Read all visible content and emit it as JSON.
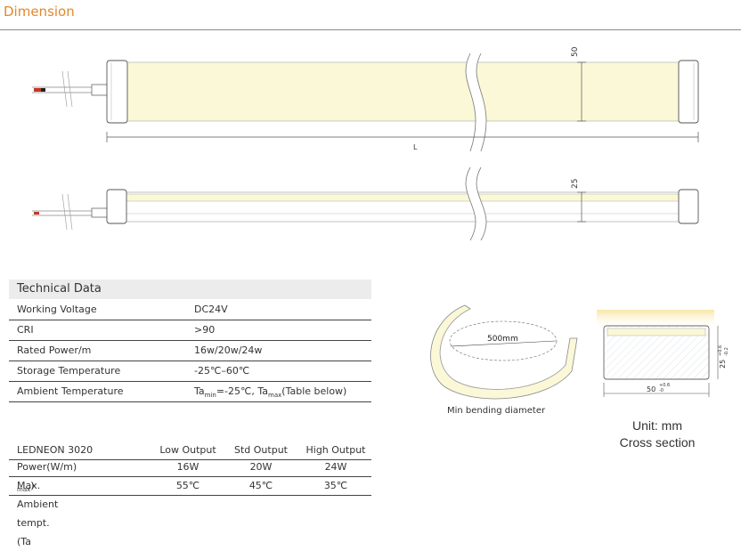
{
  "section_title": "Dimension",
  "dims": {
    "width_label": "50",
    "length_label": "L",
    "height_label": "25"
  },
  "technical": {
    "title": "Technical Data",
    "rows": [
      {
        "label": "Working Voltage",
        "value": "DC24V"
      },
      {
        "label": "CRI",
        "value": ">90"
      },
      {
        "label": "Rated Power/m",
        "value": "16w/20w/24w"
      },
      {
        "label": "Storage Temperature",
        "value": "-25℃–60℃"
      },
      {
        "label": "Ambient Temperature",
        "value_prefix": "Ta",
        "value_sub1": "min",
        "value_mid": "=-25℃, Ta",
        "value_sub2": "max",
        "value_suffix": "(Table below)"
      }
    ]
  },
  "output_table": {
    "headers": [
      "LEDNEON 3020",
      "Low Output",
      "Std Output",
      "High Output"
    ],
    "rows": [
      {
        "label": "Power(W/m)",
        "values": [
          "16W",
          "20W",
          "24W"
        ]
      },
      {
        "label_prefix": "Max. Ambient tempt.(Ta",
        "label_sub": "max",
        "label_suffix": ")",
        "values": [
          "55℃",
          "45℃",
          "35℃"
        ]
      }
    ]
  },
  "bending": {
    "diameter_label": "500mm",
    "caption": "Min bending diameter"
  },
  "cross_section": {
    "height_label": "25",
    "height_tol_plus": "+0.6",
    "height_tol_minus": "-0.2",
    "width_label": "50",
    "width_tol_plus": "+0.6",
    "width_tol_minus": "-0",
    "unit": "Unit: mm",
    "caption": "Cross section"
  },
  "colors": {
    "title": "#e0892a",
    "glow": "#fbf8d8",
    "rule": "#444444"
  }
}
